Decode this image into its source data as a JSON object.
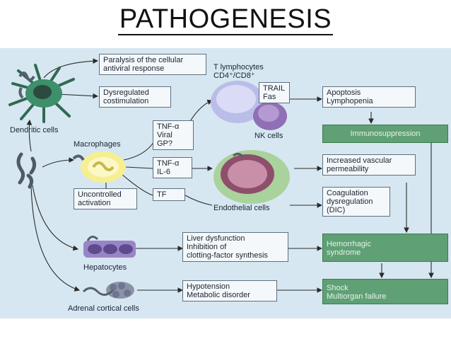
{
  "title": "PATHOGENESIS",
  "cells": {
    "dendritic": "Dendritic cells",
    "macrophages": "Macrophages",
    "t_lymphocytes": "T lymphocytes",
    "t_markers": "CD4⁺/CD8⁺",
    "nk": "NK cells",
    "endothelial": "Endothelial cells",
    "hepatocytes": "Hepatocytes",
    "adrenal": "Adrenal cortical cells"
  },
  "boxes": {
    "paralysis": [
      "Paralysis of the cellular",
      "antiviral response"
    ],
    "dysregulated": [
      "Dysregulated",
      "costimulation"
    ],
    "tnf_viral": [
      "TNF-α",
      "Viral GP?"
    ],
    "trail_fas": [
      "TRAIL",
      "Fas"
    ],
    "apoptosis": [
      "Apoptosis",
      "Lymphopenia"
    ],
    "tnf_il6": [
      "TNF-α",
      "IL-6"
    ],
    "uncontrolled": [
      "Uncontrolled",
      "activation"
    ],
    "tf": "TF",
    "vascular": [
      "Increased vascular",
      "permeability"
    ],
    "coagulation": [
      "Coagulation",
      "dysregulation",
      "(DIC)"
    ],
    "liver": [
      "Liver dysfunction",
      "Inhibition of",
      "clotting-factor synthesis"
    ],
    "hypotension": [
      "Hypotension",
      "Metabolic disorder"
    ]
  },
  "outcomes": {
    "immunosuppression": "Immunosuppression",
    "hemorrhagic": [
      "Hemorrhagic",
      "syndrome"
    ],
    "shock": [
      "Shock",
      "Multiorgan failure"
    ]
  },
  "colors": {
    "panel": "#d6e7f1",
    "outcome_green": "#5fa075",
    "arrow": "#2b2b2b"
  }
}
